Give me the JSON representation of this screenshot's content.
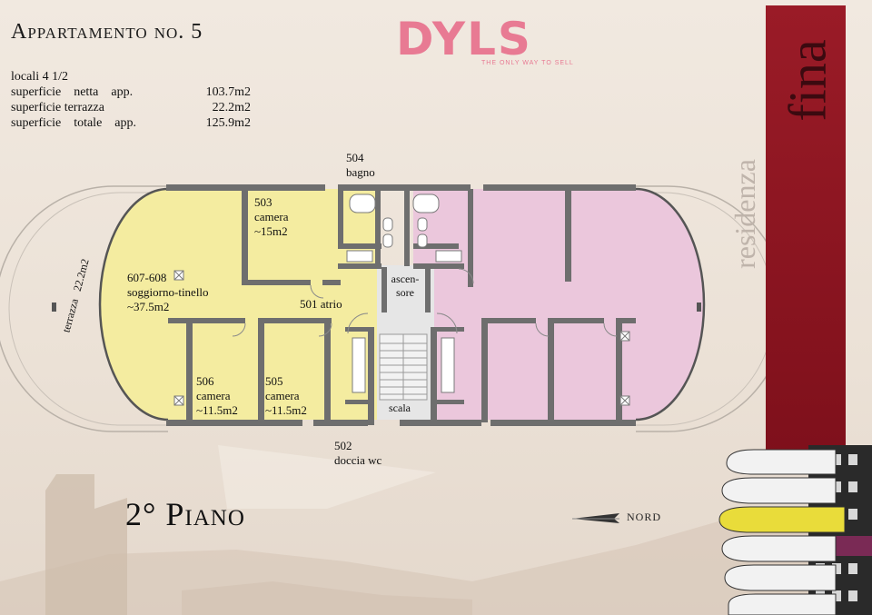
{
  "apartment_title": "Appartamento no. 5",
  "specs": {
    "rooms": "locali 4 1/2",
    "rows": [
      {
        "label": "superficie    netta    app.",
        "value": "103.7m2"
      },
      {
        "label": "superficie terrazza",
        "value": "22.2m2"
      },
      {
        "label": "superficie    totale    app.",
        "value": "125.9m2"
      }
    ]
  },
  "logo": {
    "word": "DYLS",
    "tagline": "THE ONLY WAY TO SELL"
  },
  "floor_label": "2° Piano",
  "north_label": "NORD",
  "brand": {
    "name": "fina",
    "prefix": "residenza"
  },
  "plan": {
    "terrace": "terrazza   22.2m2",
    "rooms": [
      {
        "num": "503",
        "name": "camera",
        "area": "~15m2"
      },
      {
        "num": "607-608",
        "name": "soggiorno-tinello",
        "area": "~37.5m2"
      },
      {
        "num": "506",
        "name": "camera",
        "area": "~11.5m2"
      },
      {
        "num": "505",
        "name": "camera",
        "area": "~11.5m2"
      }
    ],
    "atrio": "501 atrio",
    "bagno_num": "504",
    "bagno": "bagno",
    "doccia_num": "502",
    "doccia": "doccia wc",
    "ascensore_1": "ascen-",
    "ascensore_2": "sore",
    "scala": "scala"
  },
  "colors": {
    "apartment": "#f4eca0",
    "other_apartment": "#ebc7dc",
    "wall": "#6e6e6e",
    "banner": "#8d1622",
    "logo": "#e87a93"
  }
}
